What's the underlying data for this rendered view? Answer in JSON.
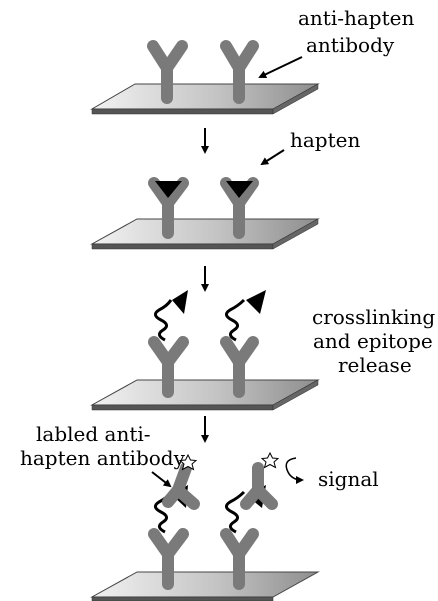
{
  "labels": {
    "anti_hapten_line1": "anti-hapten",
    "anti_hapten_line2": "antibody",
    "hapten": "hapten",
    "crosslink_line1": "crosslinking",
    "crosslink_line2": "and epitope",
    "crosslink_line3": "release",
    "labled_line1": "labled anti-",
    "labled_line2": "hapten antibody",
    "signal": "signal"
  },
  "colors": {
    "antibody": "#7a7a7a",
    "plate_top_light": "#f0f0f0",
    "plate_top_dark": "#9a9a9a",
    "plate_edge": "#555555",
    "hapten": "#000000",
    "text": "#000000"
  },
  "steps": [
    {
      "name": "antibody-immobilization"
    },
    {
      "name": "hapten-binding"
    },
    {
      "name": "crosslinking-release"
    },
    {
      "name": "labeled-antibody-detection"
    }
  ]
}
